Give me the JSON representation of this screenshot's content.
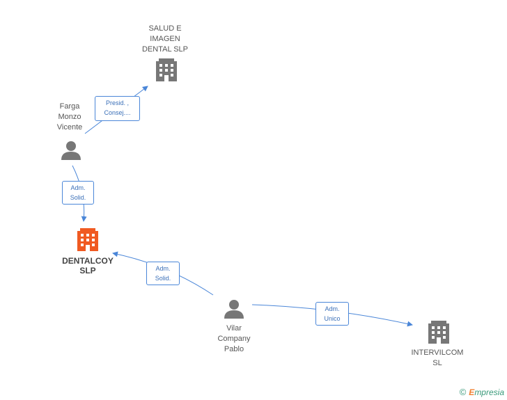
{
  "colors": {
    "edge": "#4a86d8",
    "company": "#777777",
    "highlight": "#f05a22",
    "person": "#777777"
  },
  "nodes": {
    "salud": {
      "label": "SALUD E\nIMAGEN\nDENTAL SLP",
      "icon": "building-icon"
    },
    "farga": {
      "label": "Farga\nMonzo\nVicente",
      "icon": "person-icon"
    },
    "dentalcoy": {
      "label": "DENTALCOY\nSLP",
      "icon": "building-icon"
    },
    "vilar": {
      "label": "Vilar\nCompany\nPablo",
      "icon": "person-icon"
    },
    "intervilcom": {
      "label": "INTERVILCOM\nSL",
      "icon": "building-icon"
    }
  },
  "edges": {
    "farga_salud": "Presid. ,\nConsej....",
    "farga_dentalcoy": "Adm.\nSolid.",
    "vilar_dentalcoy": "Adm.\nSolid.",
    "vilar_intervilcom": "Adm.\nUnico"
  },
  "brand": {
    "copyright": "©",
    "e": "E",
    "rest": "mpresia"
  }
}
